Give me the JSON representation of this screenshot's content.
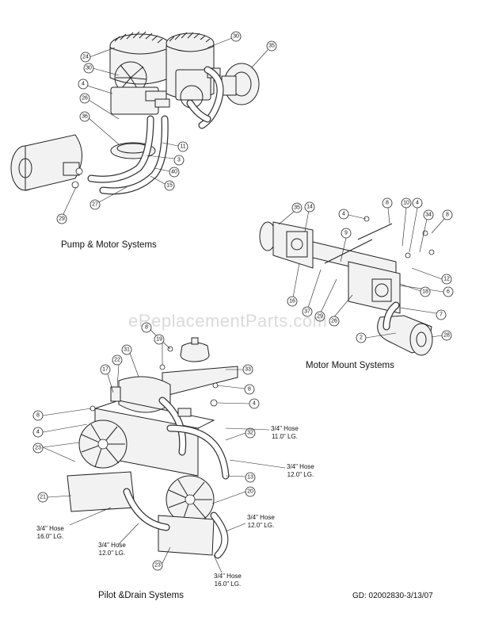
{
  "sections": {
    "pump_motor": "Pump & Motor Systems",
    "motor_mount": "Motor Mount Systems",
    "pilot_drain": "Pilot &Drain Systems"
  },
  "watermark": "eReplacementParts.com",
  "drawing_code": "GD: 02002830-3/13/07",
  "hose_notes": [
    {
      "line1": "3/4\" Hose",
      "line2": "11.0\" LG."
    },
    {
      "line1": "3/4\" Hose",
      "line2": "12.0\" LG."
    },
    {
      "line1": "3/4\" Hose",
      "line2": "12.0\" LG."
    },
    {
      "line1": "3/4\" Hose",
      "line2": "16.0\" LG."
    },
    {
      "line1": "3/4\" Hose",
      "line2": "12.0\" LG."
    },
    {
      "line1": "3/4\" Hose",
      "line2": "16.0\" LG."
    }
  ],
  "callouts": [
    "24",
    "30",
    "30",
    "35",
    "4",
    "26",
    "36",
    "11",
    "3",
    "40",
    "15",
    "27",
    "29",
    "35",
    "14",
    "4",
    "8",
    "10",
    "4",
    "34",
    "8",
    "9",
    "12",
    "6",
    "18",
    "16",
    "37",
    "29",
    "26",
    "7",
    "2",
    "28",
    "8",
    "19",
    "31",
    "22",
    "17",
    "33",
    "8",
    "4",
    "8",
    "4",
    "23",
    "32",
    "13",
    "21",
    "20",
    "23"
  ]
}
